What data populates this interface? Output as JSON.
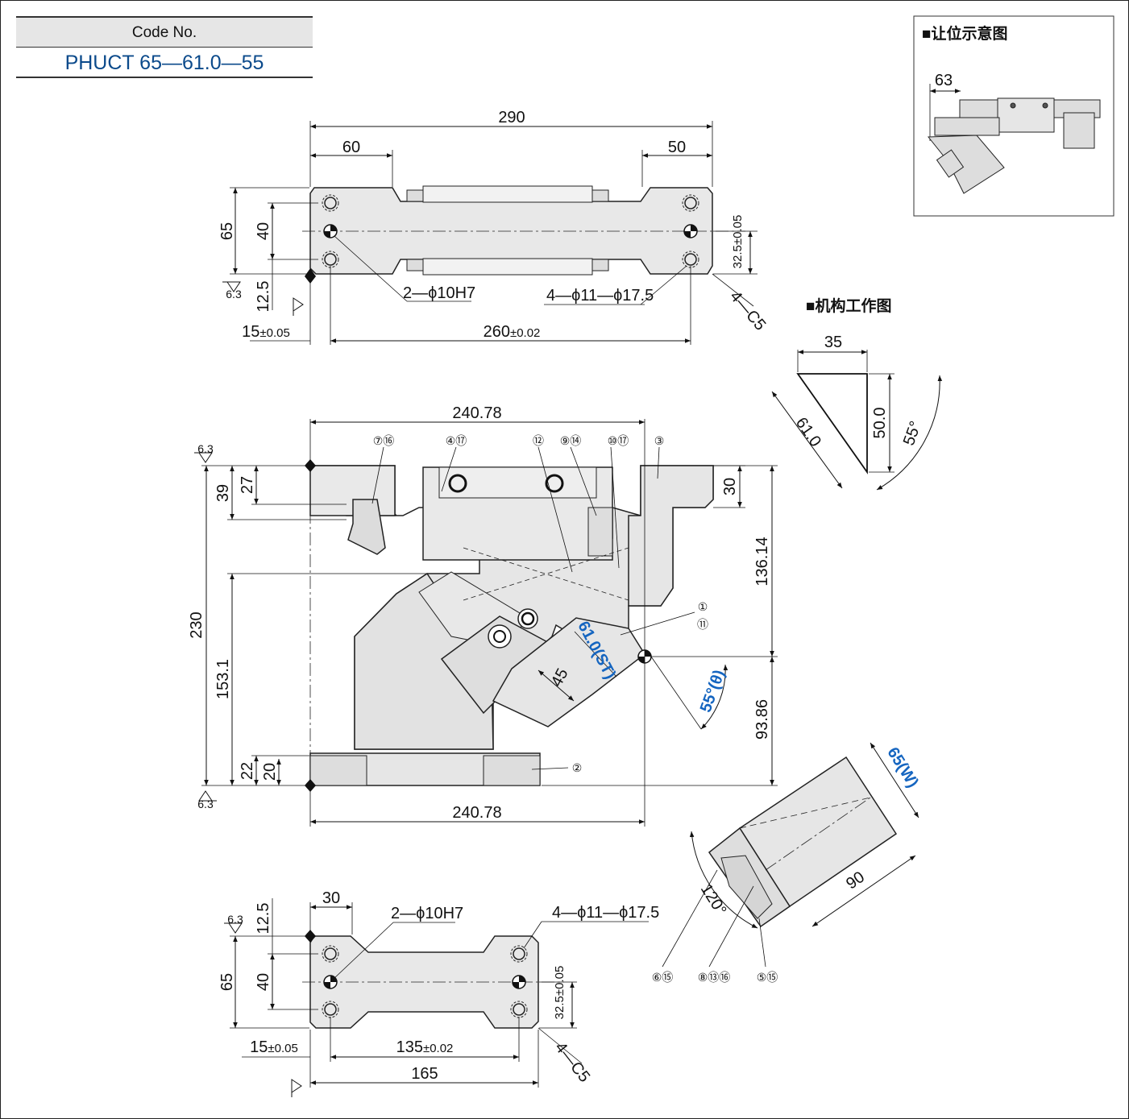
{
  "code_box": {
    "header": "Code No.",
    "value": "PHUCT 65—61.0—55"
  },
  "insets": {
    "clearance_title": "■让位示意图",
    "clearance_dim": "63",
    "mechanism_title": "■机构工作图"
  },
  "top_view": {
    "overall": "290",
    "left": "60",
    "right": "50",
    "height": "65",
    "inner": "40",
    "edge": "12.5",
    "tol": "32.5±0.05",
    "pin_hole": "2—ϕ10H7",
    "bolt_hole": "4—ϕ11—ϕ17.5",
    "chamfer": "4—C5",
    "offset": "15",
    "offset_tol": "±0.05",
    "pitch": "260",
    "pitch_tol": "±0.02",
    "roughness": "6.3"
  },
  "front_view": {
    "width": "240.78",
    "h27": "27",
    "h39": "39",
    "h30": "30",
    "h230": "230",
    "h153": "153.1",
    "h22": "22",
    "h20": "20",
    "h136": "136.14",
    "h93": "93.86",
    "h45": "45",
    "stroke": "61.0(ST)",
    "angle": "55°(θ)",
    "roughness": "6.3"
  },
  "callouts": [
    "⑦⑯",
    "④⑰",
    "⑫",
    "⑨⑭",
    "⑩⑰",
    "③",
    "①",
    "⑪",
    "②",
    "⑥⑮",
    "⑧⑬⑯",
    "⑤⑮"
  ],
  "mechanism": {
    "w35": "35",
    "h50": "50.0",
    "diag": "61.0",
    "ang": "55°",
    "width": "65(W)",
    "length": "90",
    "ang120": "120°"
  },
  "base_view": {
    "w30": "30",
    "height": "65",
    "inner": "40",
    "edge": "12.5",
    "pin_hole": "2—ϕ10H7",
    "bolt_hole": "4—ϕ11—ϕ17.5",
    "tol": "32.5±0.05",
    "chamfer": "4—C5",
    "offset": "15",
    "offset_tol": "±0.05",
    "pitch": "135",
    "pitch_tol": "±0.02",
    "overall": "165",
    "roughness": "6.3"
  }
}
